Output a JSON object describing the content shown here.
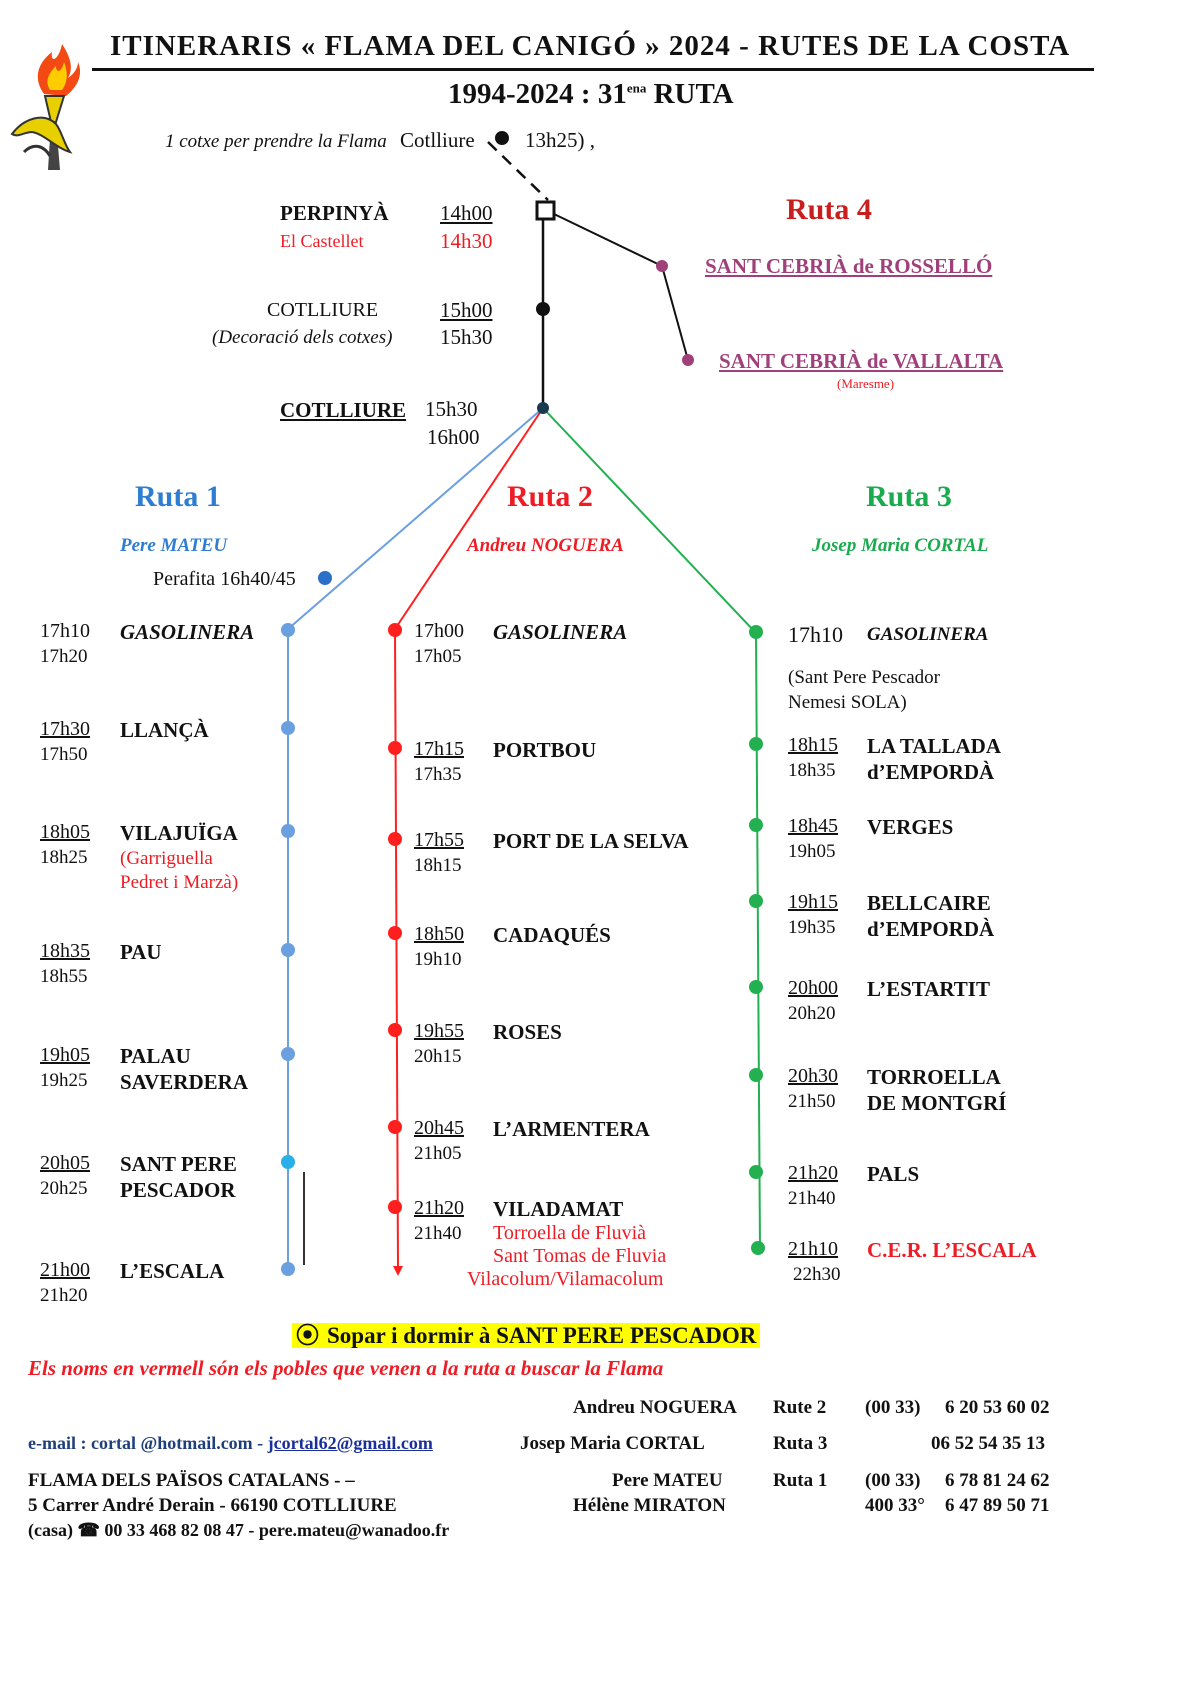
{
  "header": {
    "title": "ITINERARIS « FLAMA DEL CANIGÓ » 2024 - RUTES DE LA COSTA",
    "subtitle_a": "1994-2024 : 31",
    "subtitle_sup": "ena",
    "subtitle_b": " RUTA"
  },
  "pickup": {
    "note": "1 cotxe per prendre la Flama",
    "place": "Cotlliure",
    "time": "13h25) ,"
  },
  "hub": {
    "perpinya": {
      "name": "PERPINYÀ",
      "t1": "14h00",
      "sub": "El Castellet",
      "t2": "14h30"
    },
    "cotlliure1": {
      "name": "COTLLIURE",
      "t1": "15h00",
      "sub": "(Decoració dels cotxes)",
      "t2": "15h30"
    },
    "cotlliure2": {
      "name": "COTLLIURE",
      "t1": "15h30",
      "t2": "16h00"
    }
  },
  "ruta4": {
    "title": "Ruta 4",
    "stop1": "SANT CEBRIÀ de ROSSELLÓ",
    "stop2": "SANT CEBRIÀ de VALLALTA",
    "stop2_sub": "(Maresme)"
  },
  "ruta1": {
    "title": "Ruta 1",
    "leader": "Pere MATEU",
    "perafita": "Perafita 16h40/45",
    "stops": [
      {
        "t1": "17h10",
        "t2": "17h20",
        "name": "GASOLINERA",
        "name2": "",
        "note1": "",
        "note2": ""
      },
      {
        "t1": "17h30",
        "t2": "17h50",
        "name": "LLANÇÀ",
        "name2": "",
        "note1": "",
        "note2": ""
      },
      {
        "t1": "18h05",
        "t2": "18h25",
        "name": "VILAJUÏGA",
        "name2": "",
        "note1": "(Garriguella",
        "note2": "Pedret i Marzà)"
      },
      {
        "t1": "18h35",
        "t2": "18h55",
        "name": "PAU",
        "name2": "",
        "note1": "",
        "note2": ""
      },
      {
        "t1": "19h05",
        "t2": "19h25",
        "name": "PALAU",
        "name2": "SAVERDERA",
        "note1": "",
        "note2": ""
      },
      {
        "t1": "20h05",
        "t2": "20h25",
        "name": "SANT PERE",
        "name2": "PESCADOR",
        "note1": "",
        "note2": ""
      },
      {
        "t1": "21h00",
        "t2": "21h20",
        "name": "L’ESCALA",
        "name2": "",
        "note1": "",
        "note2": ""
      }
    ]
  },
  "ruta2": {
    "title": "Ruta 2",
    "leader": "Andreu NOGUERA",
    "stops": [
      {
        "t1": "17h00",
        "t2": "17h05",
        "name": "GASOLINERA",
        "note1": "",
        "note2": "",
        "note3": ""
      },
      {
        "t1": "17h15",
        "t2": "17h35",
        "name": "PORTBOU",
        "note1": "",
        "note2": "",
        "note3": ""
      },
      {
        "t1": "17h55",
        "t2": "18h15",
        "name": "PORT DE LA SELVA",
        "note1": "",
        "note2": "",
        "note3": ""
      },
      {
        "t1": "18h50",
        "t2": "19h10",
        "name": "CADAQUÉS",
        "note1": "",
        "note2": "",
        "note3": ""
      },
      {
        "t1": "19h55",
        "t2": "20h15",
        "name": "ROSES",
        "note1": "",
        "note2": "",
        "note3": ""
      },
      {
        "t1": "20h45",
        "t2": "21h05",
        "name": "L’ARMENTERA",
        "note1": "",
        "note2": "",
        "note3": ""
      },
      {
        "t1": "21h20",
        "t2": "21h40",
        "name": "VILADAMAT",
        "note1": "Torroella de Fluvià",
        "note2": "Sant Tomas de Fluvia",
        "note3": "Vilacolum/Vilamacolum"
      }
    ]
  },
  "ruta3": {
    "title": "Ruta 3",
    "leader": "Josep Maria CORTAL",
    "stops": [
      {
        "t1": "17h10",
        "t2": "",
        "name": "GASOLINERA",
        "name2": "",
        "note1": "(Sant Pere Pescador",
        "note2": "Nemesi SOLA)"
      },
      {
        "t1": "18h15",
        "t2": "18h35",
        "name": "LA TALLADA",
        "name2": "d’EMPORDÀ",
        "note1": "",
        "note2": ""
      },
      {
        "t1": "18h45",
        "t2": "19h05",
        "name": "VERGES",
        "name2": "",
        "note1": "",
        "note2": ""
      },
      {
        "t1": "19h15",
        "t2": "19h35",
        "name": "BELLCAIRE",
        "name2": "d’EMPORDÀ",
        "note1": "",
        "note2": ""
      },
      {
        "t1": "20h00",
        "t2": "20h20",
        "name": "L’ESTARTIT",
        "name2": "",
        "note1": "",
        "note2": ""
      },
      {
        "t1": "20h30",
        "t2": "21h50",
        "name": "TORROELLA",
        "name2": "DE MONTGRÍ",
        "note1": "",
        "note2": ""
      },
      {
        "t1": "21h20",
        "t2": "21h40",
        "name": "PALS",
        "name2": "",
        "note1": "",
        "note2": ""
      },
      {
        "t1": "21h10",
        "t2": "22h30",
        "name": "C.E.R. L’ESCALA",
        "name2": "",
        "note1": "",
        "note2": ""
      }
    ]
  },
  "footer": {
    "dinner_icon": "⦿",
    "dinner": "Sopar i dormir à SANT PERE PESCADOR",
    "legend": "Els noms en vermell són els pobles que venen a la ruta a buscar la Flama",
    "email_label": "e-mail : cortal @hotmail.com - ",
    "email_link": "jcortal62@gmail.com",
    "org1": "FLAMA DELS PAÏSOS CATALANS  -  –",
    "org2": "5 Carrer André Derain - 66190 COTLLIURE",
    "org3_a": "(casa) ",
    "org3_b": " 00 33 468 82 08 47 - pere.mateu@wanadoo.fr",
    "contacts": [
      {
        "name": "Andreu NOGUERA",
        "route": "Rute 2",
        "prefix": "(00 33)",
        "phone": "6 20 53 60 02"
      },
      {
        "name": "Josep Maria CORTAL",
        "route": "Ruta 3",
        "prefix": "",
        "phone": "06 52 54 35 13"
      },
      {
        "name": "Pere MATEU",
        "route": "Ruta 1",
        "prefix": "(00 33)",
        "phone": "6 78 81 24 62"
      },
      {
        "name": "Hélène MIRATON",
        "route": "",
        "prefix": "400 33°",
        "phone": "6 47 89 50 71"
      }
    ]
  },
  "colors": {
    "ruta1": "#6a9fe0",
    "ruta2": "#ff1f1f",
    "ruta3": "#22b050",
    "ruta4": "#a0407a"
  }
}
